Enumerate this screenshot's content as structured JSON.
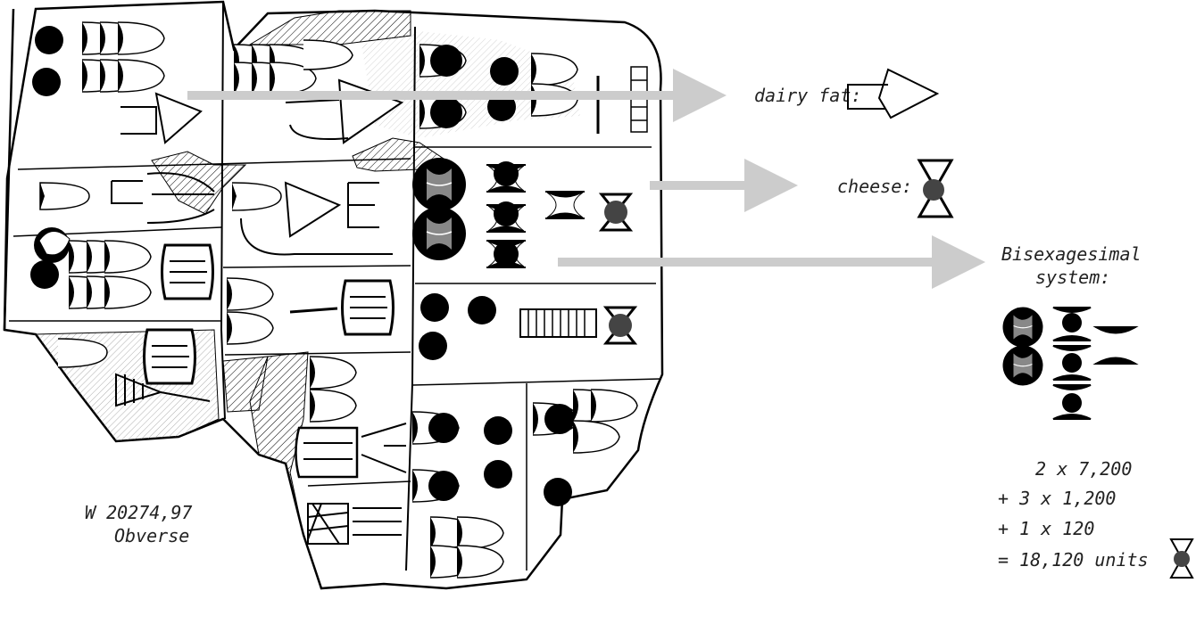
{
  "tablet": {
    "id_label": "W 20274,97",
    "side_label": "Obverse"
  },
  "annotations": {
    "dairy_fat": "dairy fat:",
    "cheese": "cheese:",
    "system_line1": "Bisexagesimal",
    "system_line2": "system:"
  },
  "calculation": {
    "line1": "2 x 7,200",
    "line2": "+ 3 x 1,200",
    "line3": "+ 1 x 120",
    "line4": "= 18,120 units"
  },
  "colors": {
    "stroke": "#000000",
    "arrow": "#cccccc",
    "shade": "#555555",
    "highlight": "#888888"
  }
}
